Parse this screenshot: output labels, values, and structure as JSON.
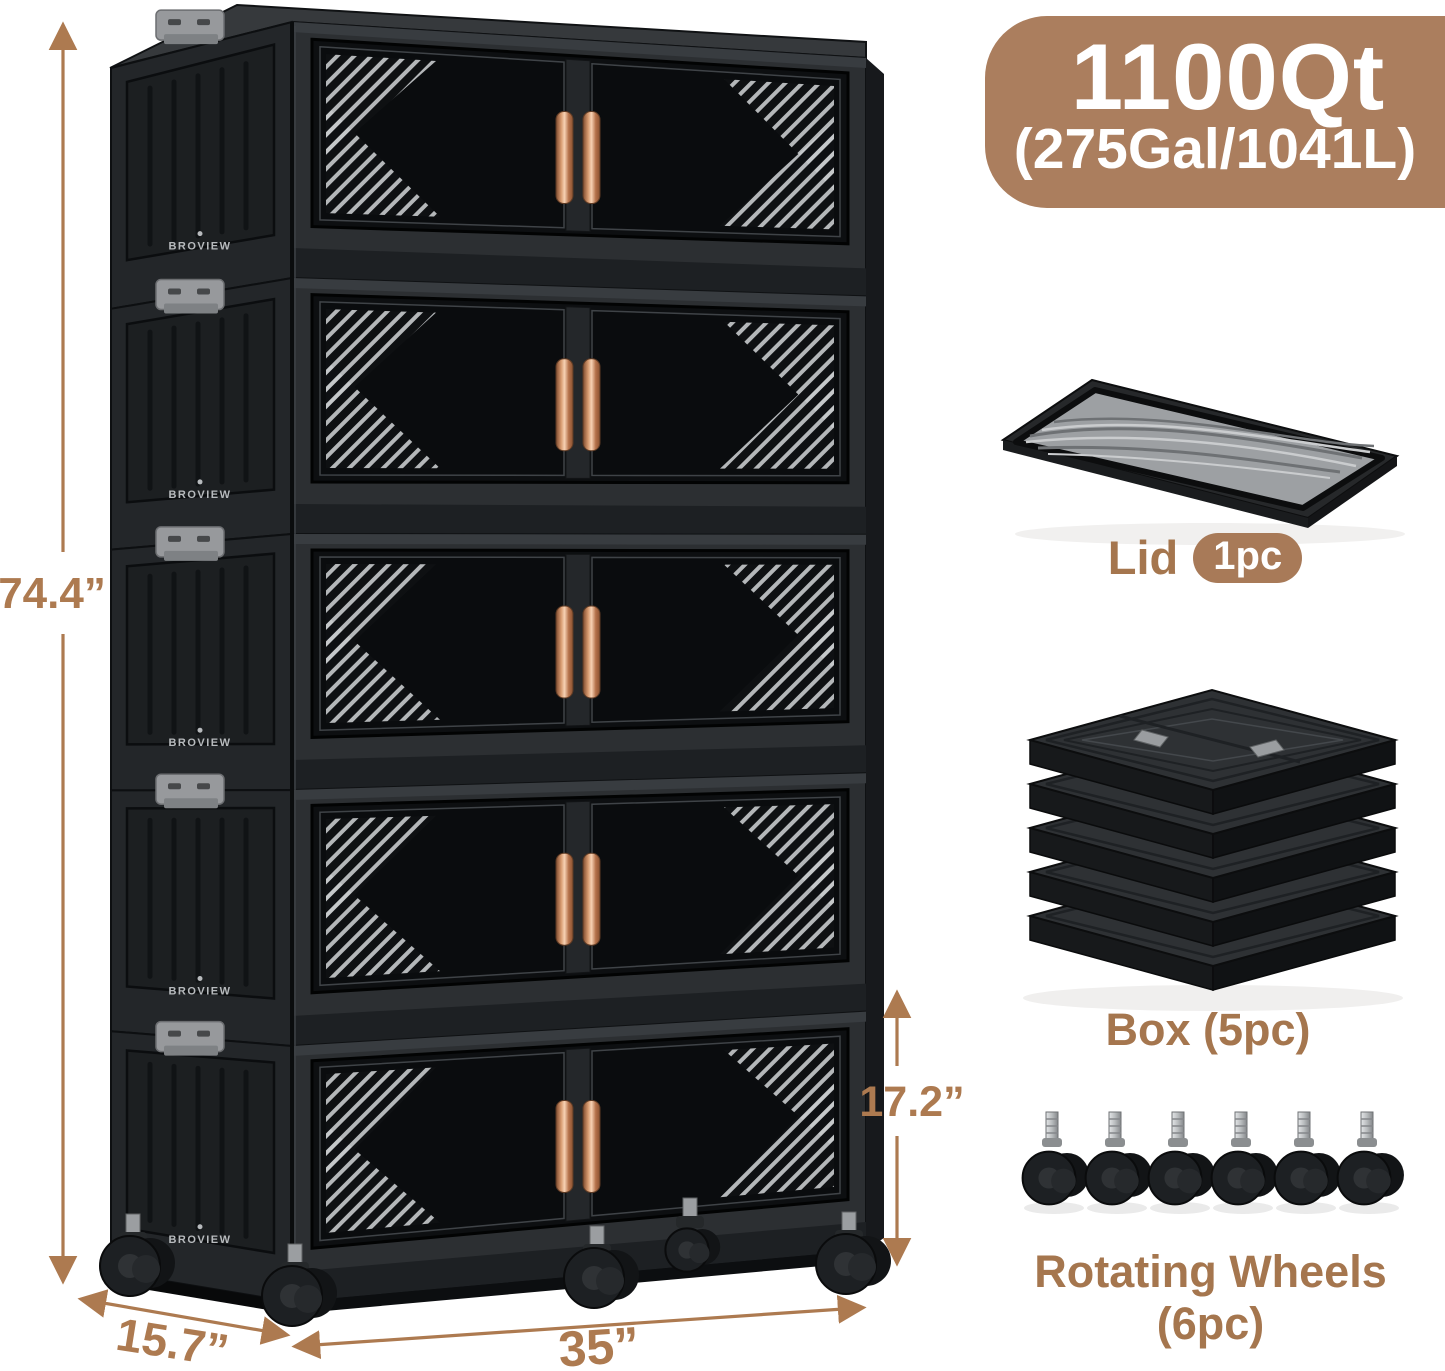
{
  "brand": {
    "name": "BROVIEW"
  },
  "capacity": {
    "title": "1100Qt",
    "subtitle": "(275Gal/1041L)"
  },
  "dimensions": {
    "height": "74.4”",
    "depth": "15.7”",
    "width": "35”",
    "unit_height": "17.2”"
  },
  "components": {
    "lid": {
      "label": "Lid",
      "count_badge": "1pc"
    },
    "box": {
      "label": "Box (5pc)"
    },
    "wheels": {
      "label": "Rotating Wheels (6pc)"
    }
  },
  "colors": {
    "accent_text": "#a5764e",
    "badge_bg": "#ab7e5e",
    "pill_bg": "#a87a58",
    "arrow": "#ad7a50",
    "cabinet_frame": "#2c2f32",
    "cabinet_dark": "#0d0f11",
    "handle_copper": "#d79a6f",
    "latch_gray": "#97999c"
  }
}
